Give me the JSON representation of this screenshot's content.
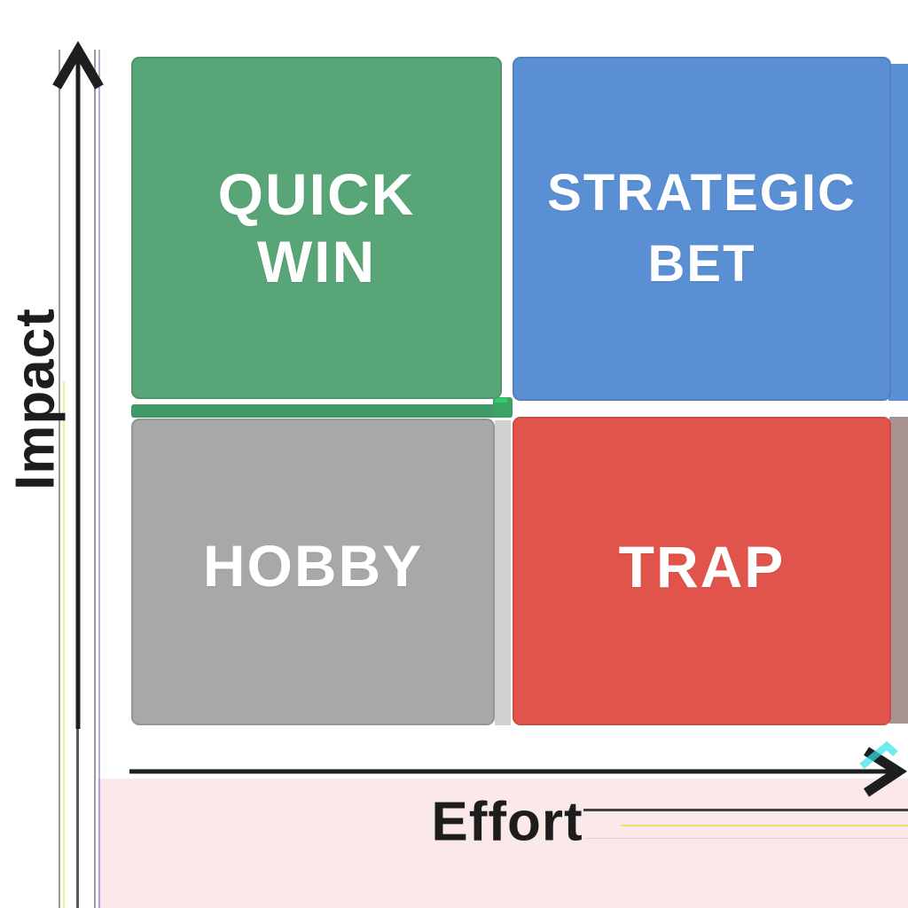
{
  "diagram": {
    "type": "2x2-priority-matrix",
    "matrix": {
      "quadrants": [
        {
          "id": "quick-win",
          "lines": [
            "QUICK",
            "WIN"
          ],
          "color": "#58A577",
          "position": "top-left"
        },
        {
          "id": "strategic-bet",
          "lines": [
            "STRATEGIC",
            "BET"
          ],
          "color": "#5B8FD3",
          "position": "top-right"
        },
        {
          "id": "hobby",
          "lines": [
            "HOBBY"
          ],
          "color": "#A9A8A8",
          "position": "bottom-left"
        },
        {
          "id": "trap",
          "lines": [
            "TRAP"
          ],
          "color": "#E1544B",
          "position": "bottom-right"
        }
      ],
      "text_color": "#FFFFFF",
      "secondary_colors": {
        "green_strip": "#3F9A68",
        "center_square": "#3BA365",
        "center_glint": "#2BD565",
        "gray_strip": "#D3D0D0",
        "blue_extension": "#5B8FD3",
        "red_extension": "#A79292"
      }
    },
    "axes": {
      "y_label": "Impact",
      "x_label": "Effort",
      "color": "#1E1E1E"
    },
    "artifact_colors": {
      "background_tint": "#FBE9E9",
      "cyan_smudge": "#35E3EA",
      "yellow_line": "#DEDE00",
      "blue_line": "#3A3AC8",
      "gray_line": "#CCCCCC",
      "dark_line": "#222222"
    }
  }
}
